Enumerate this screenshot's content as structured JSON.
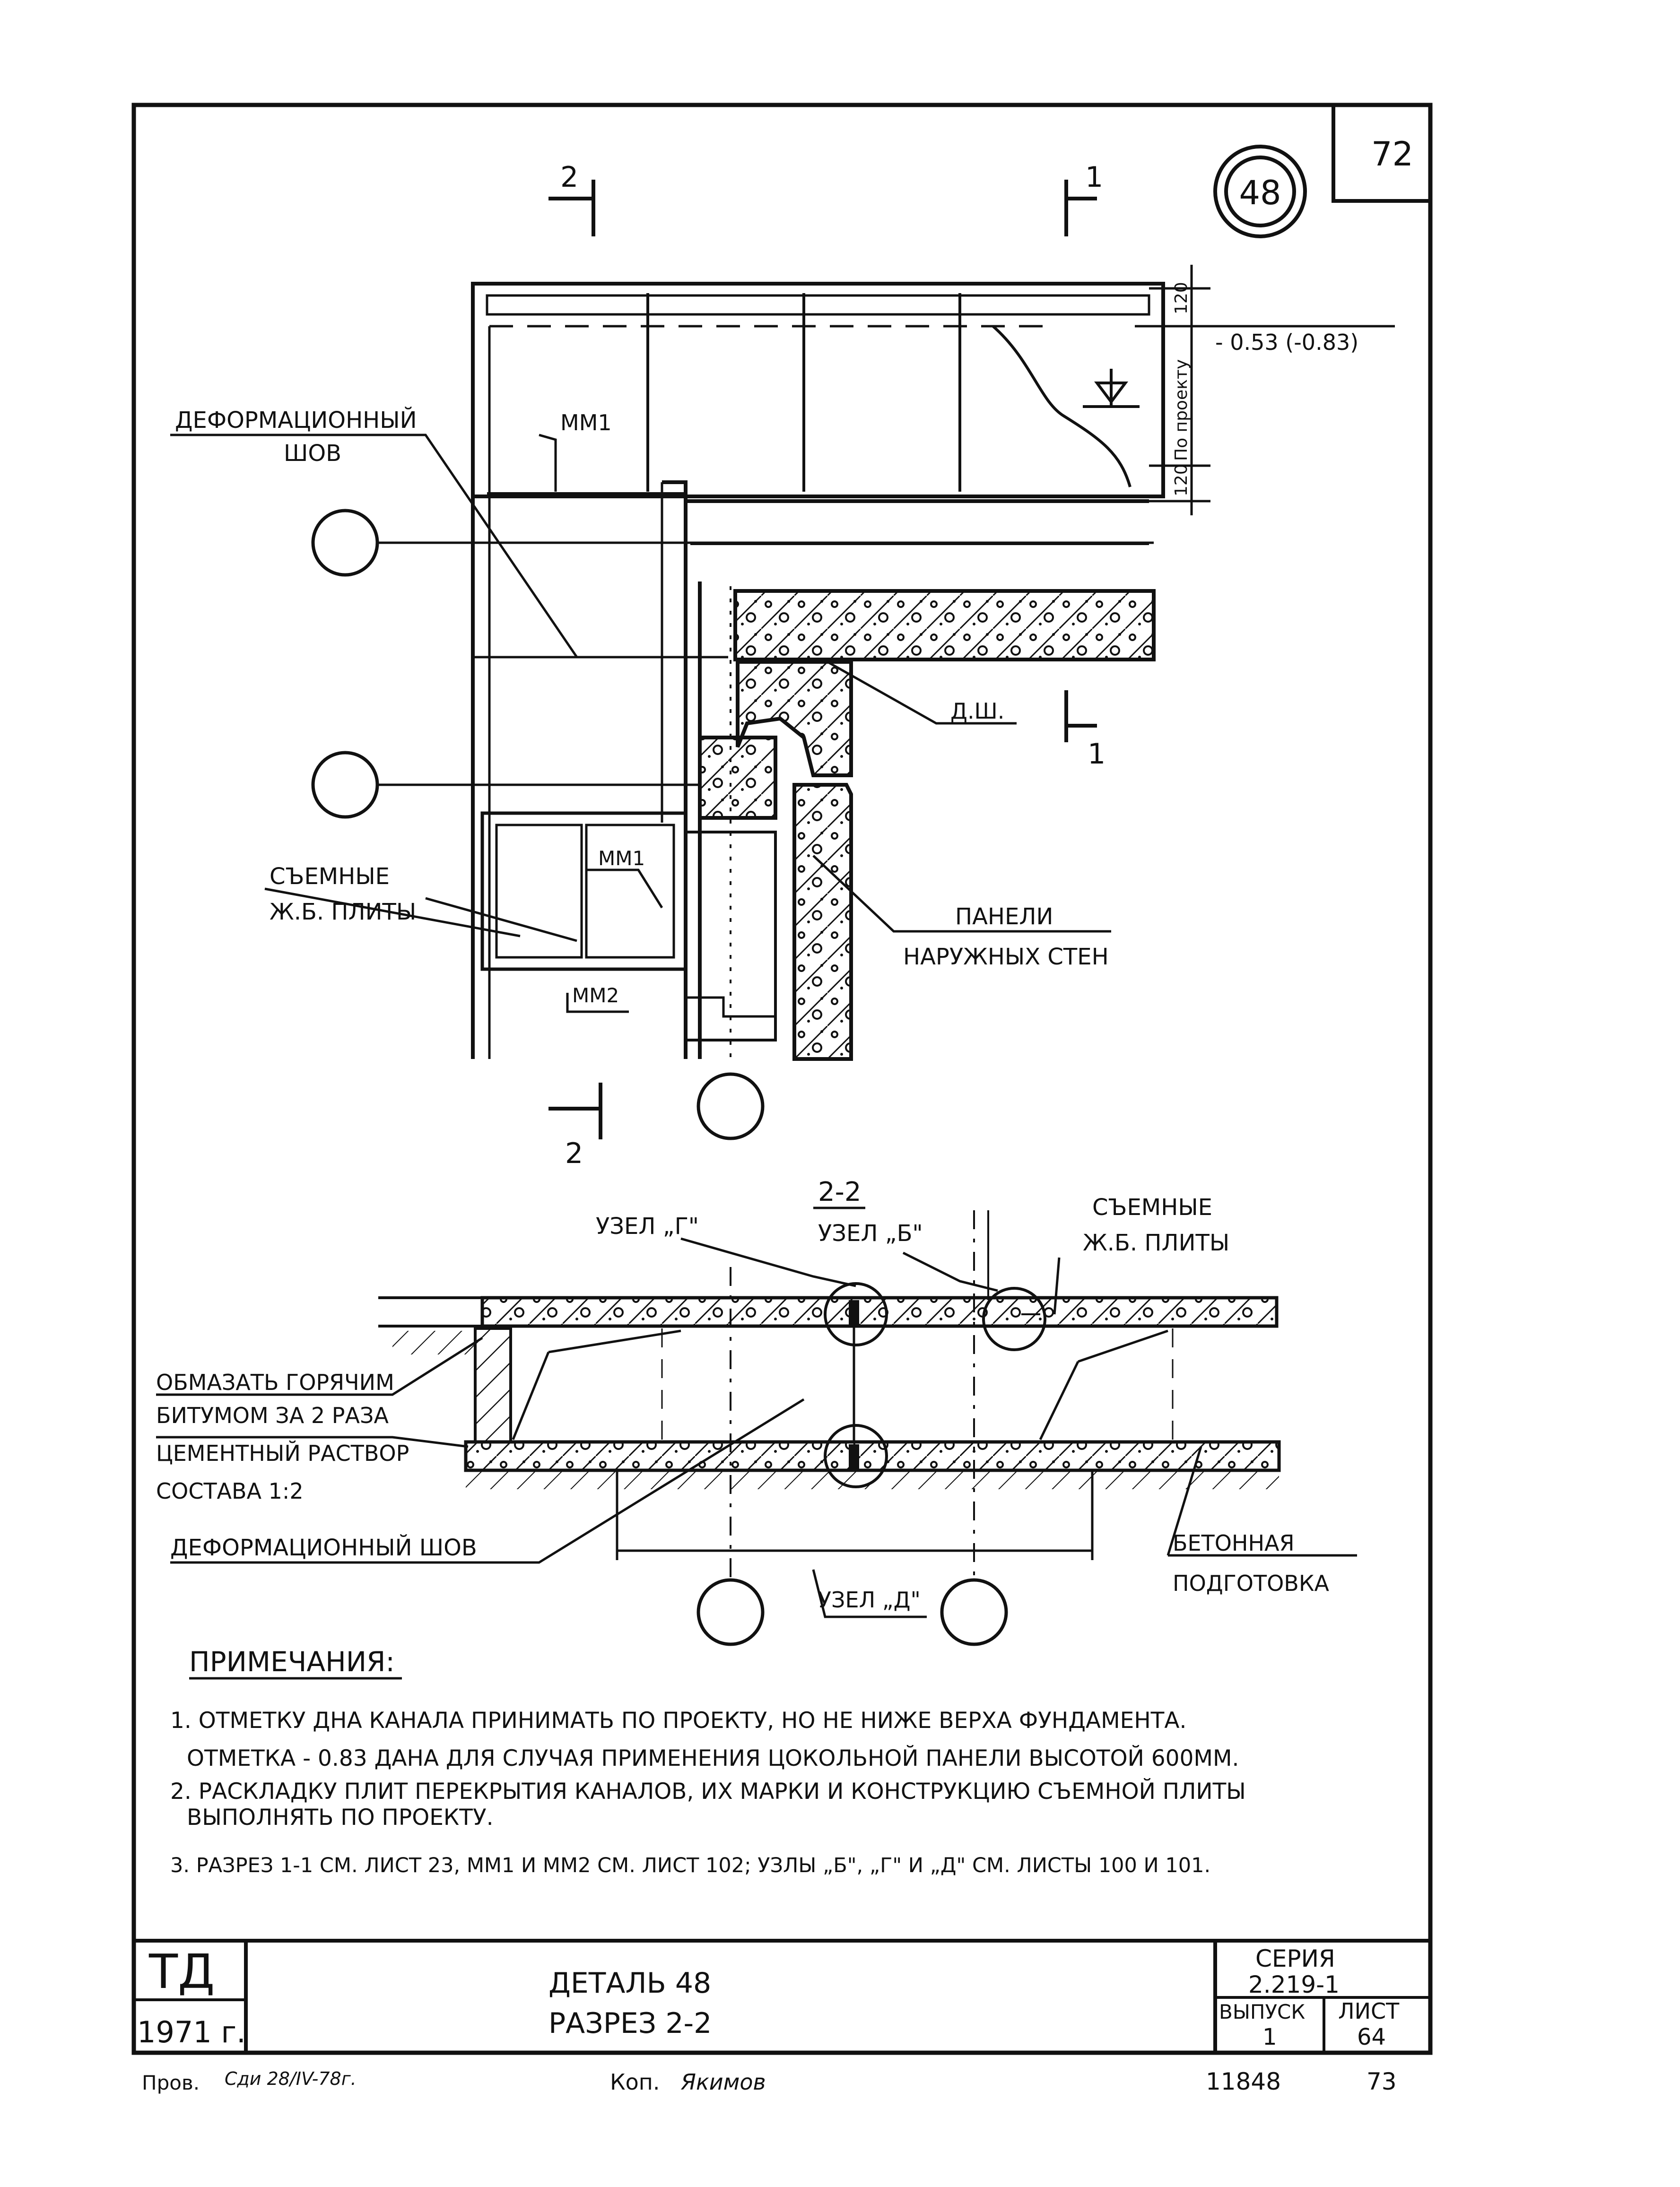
{
  "sheet": {
    "corner_number": "72",
    "detail_badge": "48",
    "section_marks": {
      "top_left": "2",
      "top_right": "1",
      "bottom_left": "2",
      "right_mark": "1"
    }
  },
  "plan": {
    "label_deformation_joint": [
      "ДЕФОРМАЦИОННЫЙ",
      "ШОВ"
    ],
    "label_mm1_top": "ММ1",
    "label_mm1_mid": "ММ1",
    "label_mm2": "ММ2",
    "label_removable_slabs": [
      "СЪЕМНЫЕ",
      "Ж.Б. ПЛИТЫ"
    ],
    "label_dsh": "Д.Ш.",
    "label_wall_panels": [
      "ПАНЕЛИ",
      "НАРУЖНЫХ СТЕН"
    ],
    "elevation": "- 0.53 (-0.83)",
    "dim_120_top": "120",
    "dim_by_project": "По проекту",
    "dim_120_bottom": "120"
  },
  "section": {
    "title": "2-2",
    "node_g": "УЗЕЛ „Г\"",
    "node_b": "УЗЕЛ „Б\"",
    "node_d": "УЗЕЛ „Д\"",
    "label_removable_slabs": [
      "СЪЕМНЫЕ",
      "Ж.Б. ПЛИТЫ"
    ],
    "label_bitumen": [
      "ОБМАЗАТЬ ГОРЯЧИМ",
      "БИТУМОМ ЗА 2 РАЗА"
    ],
    "label_mortar": [
      "ЦЕМЕНТНЫЙ РАСТВОР",
      "СОСТАВА 1:2"
    ],
    "label_def_joint": "ДЕФОРМАЦИОННЫЙ ШОВ",
    "label_concrete_prep": [
      "БЕТОННАЯ",
      "ПОДГОТОВКА"
    ]
  },
  "notes": {
    "heading": "ПРИМЕЧАНИЯ:",
    "lines": [
      "1. ОТМЕТКУ ДНА КАНАЛА  ПРИНИМАТЬ ПО ПРОЕКТУ, НО НЕ НИЖЕ ВЕРХА ФУНДАМЕНТА.",
      "ОТМЕТКА - 0.83 ДАНА ДЛЯ СЛУЧАЯ ПРИМЕНЕНИЯ ЦОКОЛЬНОЙ ПАНЕЛИ ВЫСОТОЙ 600ММ.",
      "2. РАСКЛАДКУ ПЛИТ ПЕРЕКРЫТИЯ КАНАЛОВ, ИХ МАРКИ И КОНСТРУКЦИЮ СЪЕМНОЙ ПЛИТЫ",
      "ВЫПОЛНЯТЬ ПО ПРОЕКТУ.",
      "3. РАЗРЕЗ 1-1 СМ. ЛИСТ 23,   ММ1 И ММ2  СМ. ЛИСТ 102; УЗЛЫ „Б\", „Г\" И „Д\" СМ. ЛИСТЫ 100 И 101."
    ]
  },
  "title_block": {
    "code": "ТД",
    "year": "1971 г.",
    "title_line1": "ДЕТАЛЬ 48",
    "title_line2": "РАЗРЕЗ 2-2",
    "series_label": "СЕРИЯ",
    "series_value": "2.219-1",
    "issue_label": "ВЫПУСК",
    "issue_value": "1",
    "sheet_label": "ЛИСТ",
    "sheet_value": "64"
  },
  "footer": {
    "checked": "Пров.",
    "checked_sign": "Сди 28/IV-78г.",
    "copy": "Коп.",
    "copy_sign": "Якимов",
    "archive_no": "11848",
    "page_no": "73"
  }
}
